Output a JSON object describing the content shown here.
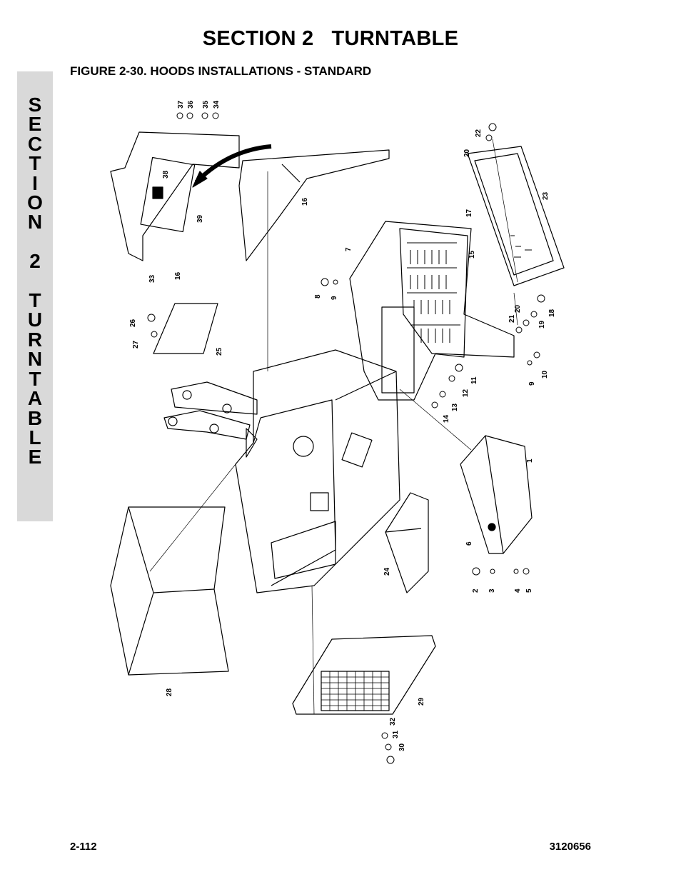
{
  "header": {
    "section_title": "SECTION 2   TURNTABLE"
  },
  "figure": {
    "caption": "FIGURE 2-30.  HOODS INSTALLATIONS - STANDARD"
  },
  "side_tab": {
    "text": "S\nE\nC\nT\nI\nO\nN\n\n2\n\nT\nU\nR\nN\nT\nA\nB\nL\nE"
  },
  "callouts": {
    "c37": "37",
    "c36": "36",
    "c35": "35",
    "c34": "34",
    "c38": "38",
    "c39": "39",
    "c33": "33",
    "c16a": "16",
    "c16b": "16",
    "c22": "22",
    "c20a": "20",
    "c23": "23",
    "c17": "17",
    "c7": "7",
    "c15": "15",
    "c8": "8",
    "c9a": "9",
    "c26": "26",
    "c27": "27",
    "c25": "25",
    "c21": "21",
    "c20b": "20",
    "c19": "19",
    "c18": "18",
    "c9b": "9",
    "c10": "10",
    "c11": "11",
    "c12": "12",
    "c13": "13",
    "c14": "14",
    "c1": "1",
    "c6": "6",
    "c24": "24",
    "c2": "2",
    "c3": "3",
    "c4": "4",
    "c5": "5",
    "c28": "28",
    "c29": "29",
    "c32": "32",
    "c31": "31",
    "c30": "30"
  },
  "footer": {
    "page_number": "2-112",
    "doc_number": "3120656"
  }
}
